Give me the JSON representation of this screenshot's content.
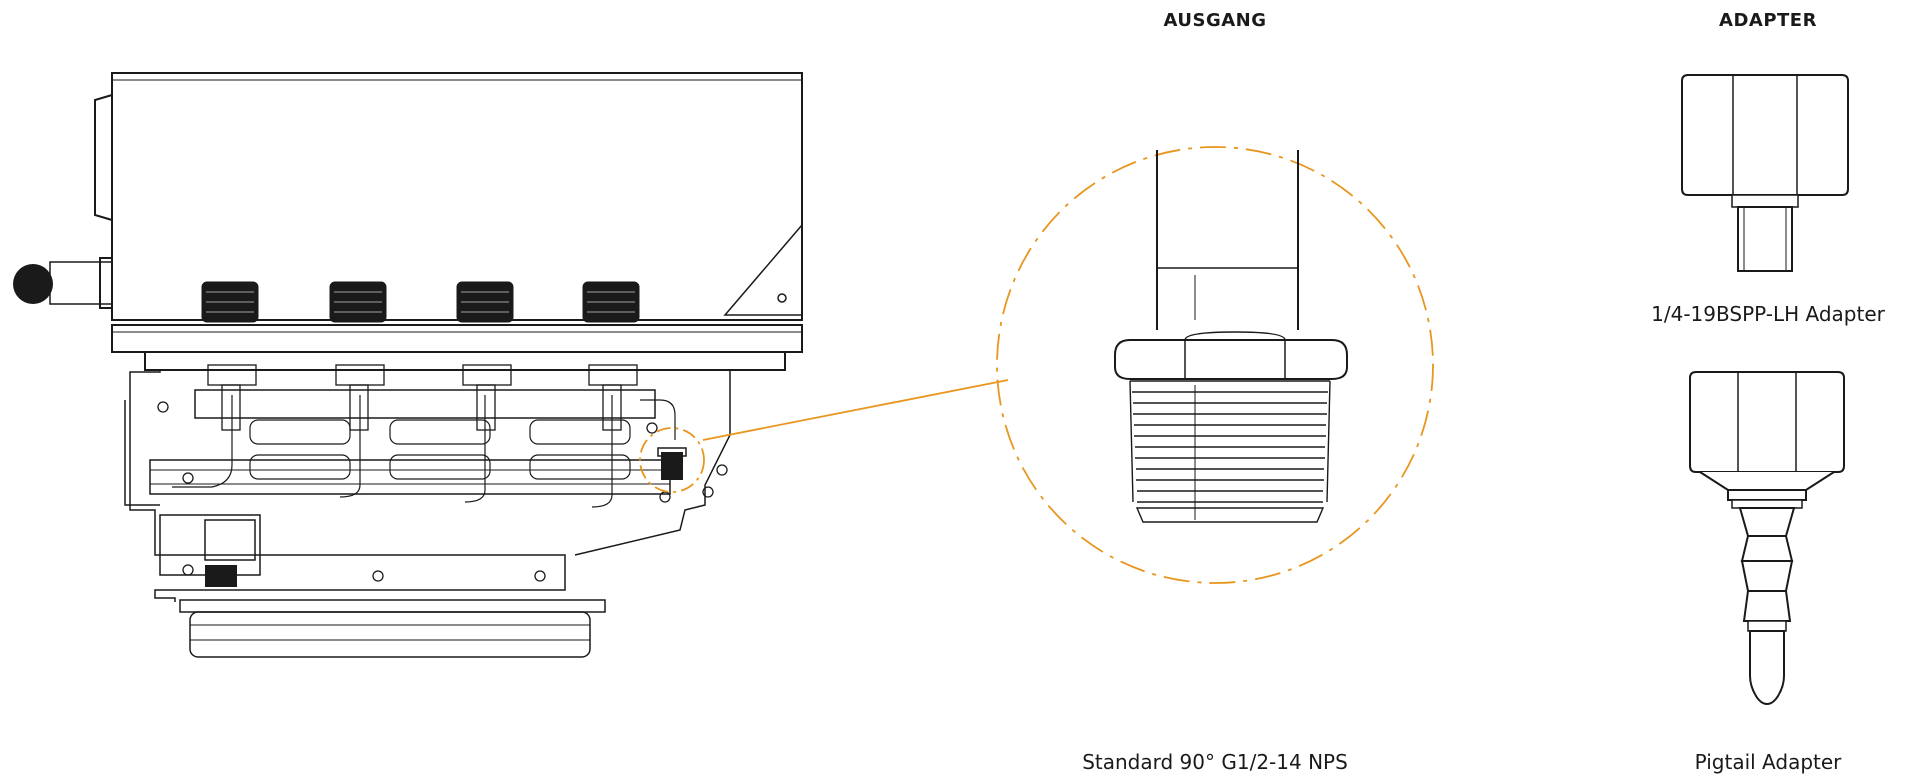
{
  "headers": {
    "output": "AUSGANG",
    "adapter": "ADAPTER"
  },
  "captions": {
    "output_fitting": "Standard 90° G1/2-14 NPS",
    "adapter_1": "1/4-19BSPP-LH Adapter",
    "adapter_2": "Pigtail Adapter"
  },
  "colors": {
    "line": "#1a1a1a",
    "callout": "#e8961e",
    "background": "#ffffff"
  }
}
